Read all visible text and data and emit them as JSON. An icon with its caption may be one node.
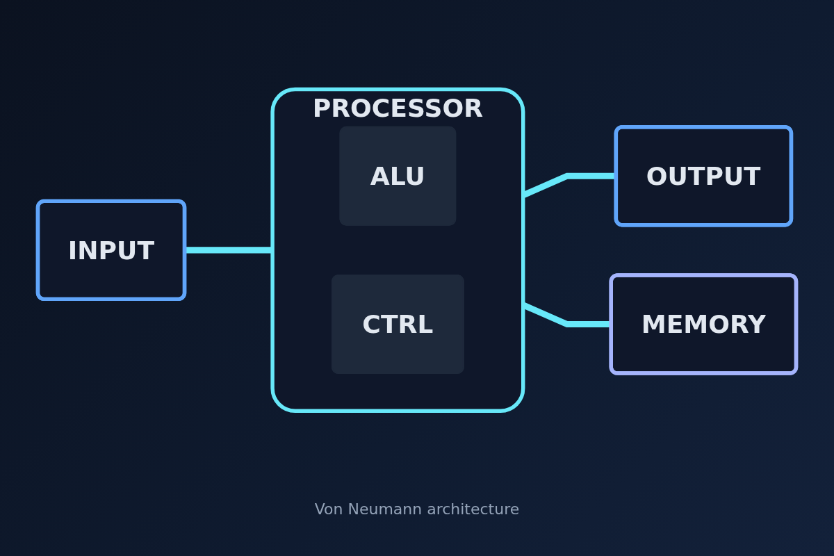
{
  "diagram": {
    "caption": "Von Neumann architecture",
    "nodes": [
      {
        "text": [
          "INPUT"
        ]
      },
      {
        "text": [
          "PROCESSOR"
        ]
      },
      {
        "text": [
          "ALU"
        ],
        "in": 1
      },
      {
        "text": [
          "CTRL"
        ],
        "in": 1
      },
      {
        "text": [
          "OUTPUT"
        ]
      },
      {
        "text": [
          "MEMORY"
        ]
      }
    ],
    "edges": [
      {
        "from": 0,
        "to": 1,
        "arrow": "none"
      },
      {
        "from": 1,
        "to": 4,
        "arrow": "none"
      },
      {
        "from": 1,
        "to": 5,
        "arrow": "none"
      }
    ]
  }
}
